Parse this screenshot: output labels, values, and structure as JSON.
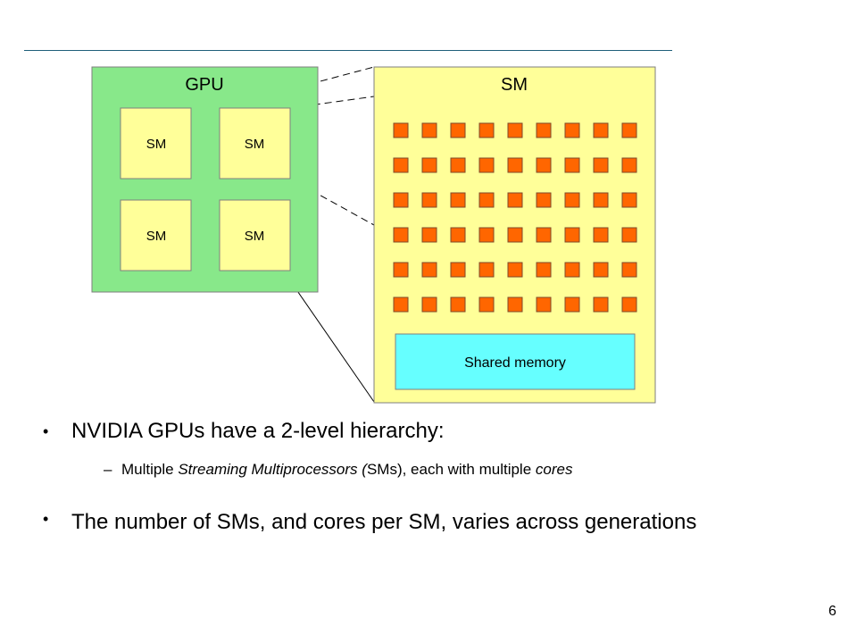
{
  "diagram": {
    "gpu_label": "GPU",
    "gpu_sm_labels": [
      "SM",
      "SM",
      "SM",
      "SM"
    ],
    "sm_detail_label": "SM",
    "cores": {
      "rows": 6,
      "cols": 9
    },
    "shared_memory_label": "Shared memory",
    "colors": {
      "gpu_fill": "#88e88a",
      "sm_fill": "#ffff99",
      "core_fill": "#ff6600",
      "shared_memory_fill": "#66ffff"
    }
  },
  "bullets": {
    "b1": "NVIDIA GPUs have a 2-level hierarchy:",
    "b1_sub": {
      "dash": "–",
      "p1": "Multiple ",
      "p2": "Streaming Multiprocessors (",
      "p3": "SMs), each with multiple ",
      "p4": "cores"
    },
    "b2": "The number of SMs, and cores per SM, varies across generations"
  },
  "page_number": "6"
}
